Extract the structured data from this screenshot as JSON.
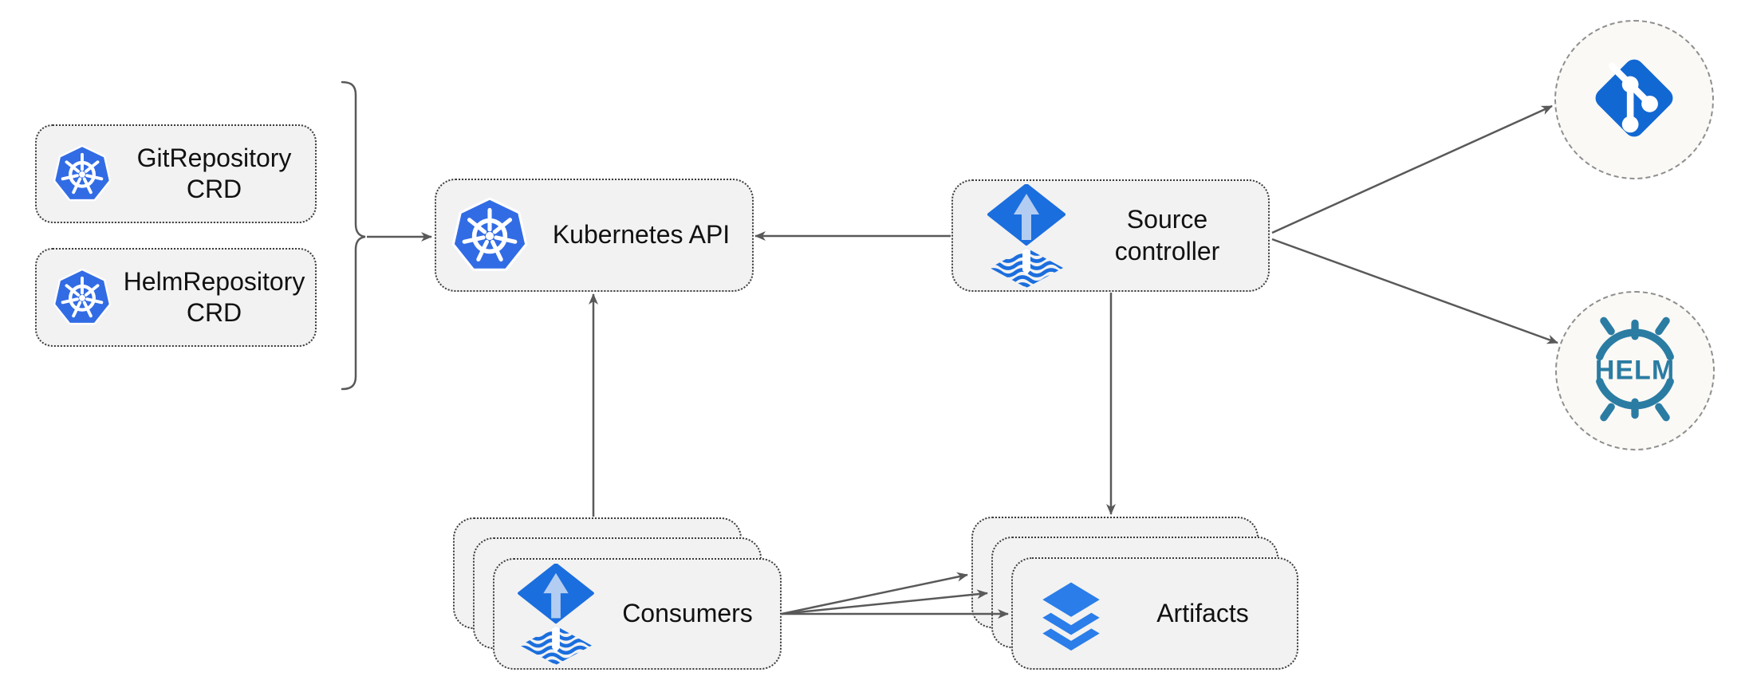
{
  "nodes": {
    "git_repository_crd": {
      "line1": "GitRepository",
      "line2": "CRD"
    },
    "helm_repository_crd": {
      "line1": "HelmRepository",
      "line2": "CRD"
    },
    "kubernetes_api": {
      "label": "Kubernetes API"
    },
    "source_controller": {
      "line1": "Source",
      "line2": "controller"
    },
    "consumers": {
      "label": "Consumers"
    },
    "artifacts": {
      "label": "Artifacts"
    },
    "git_repository_endpoint": {
      "icon": "git-icon"
    },
    "helm_repository_endpoint": {
      "icon": "helm-icon",
      "label": "HELM"
    }
  },
  "edges": [
    {
      "from": "crd-bracket",
      "to": "kubernetes-api",
      "style": "arrow"
    },
    {
      "from": "source-controller",
      "to": "kubernetes-api",
      "style": "arrow"
    },
    {
      "from": "consumers",
      "to": "kubernetes-api",
      "style": "arrow"
    },
    {
      "from": "source-controller",
      "to": "artifacts",
      "style": "arrow"
    },
    {
      "from": "source-controller",
      "to": "git-repository-endpoint",
      "style": "arrow"
    },
    {
      "from": "source-controller",
      "to": "helm-repository-endpoint",
      "style": "arrow"
    },
    {
      "from": "consumers",
      "to": "artifacts",
      "style": "arrow",
      "count": 3
    }
  ],
  "colors": {
    "canvas_bg": "#ffffff",
    "node_fill": "#f2f2f2",
    "node_border": "#3b3b3b",
    "circle_fill": "#faf9f6",
    "circle_border": "#8f8f8f",
    "arrow": "#595959",
    "text": "#111111",
    "kubernetes_blue": "#326ce5",
    "flux_blue": "#1b6ede",
    "flux_arrow_light": "#b3cdf2",
    "git_blue": "#1268d2",
    "helm_teal": "#2b7ca3",
    "layers_blue": "#2b7de9"
  }
}
